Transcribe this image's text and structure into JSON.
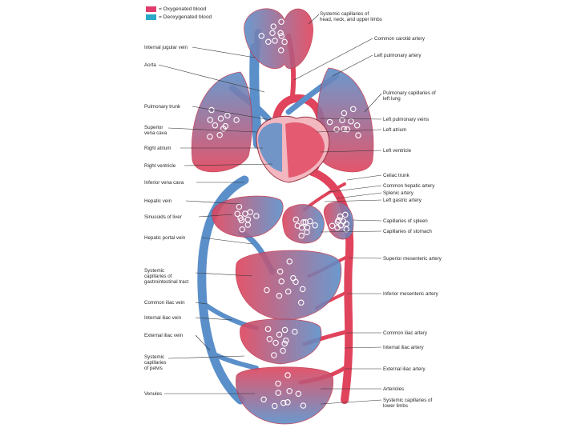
{
  "colors": {
    "oxygenated": "#e0445c",
    "deoxygenated": "#5b8fc9",
    "oxy_fill": "#f3b7c0",
    "deoxy_fill": "#b8d0ea",
    "leader": "#333333",
    "swatch_oxy": "#e23b6b",
    "swatch_deoxy": "#2aa8c8"
  },
  "legend": {
    "oxygenated": "= Oxygenated blood",
    "deoxygenated": "= Deoxygenated blood"
  },
  "labels": {
    "left": [
      {
        "id": "internal-jugular-vein",
        "text": "Internal jugular vein"
      },
      {
        "id": "aorta",
        "text": "Aorta"
      },
      {
        "id": "pulmonary-trunk",
        "text": "Pulmonary trunk"
      },
      {
        "id": "superior-vena-cava",
        "text": "Superior\nvena cava"
      },
      {
        "id": "right-atrium",
        "text": "Right atrium"
      },
      {
        "id": "right-ventricle",
        "text": "Right ventricle"
      },
      {
        "id": "inferior-vena-cava",
        "text": "Inferior vena cava"
      },
      {
        "id": "hepatic-vein",
        "text": "Hepatic vein"
      },
      {
        "id": "sinusoids-of-liver",
        "text": "Sinusoids of liver"
      },
      {
        "id": "hepatic-portal-vein",
        "text": "Hepatic portal vein"
      },
      {
        "id": "systemic-capillaries-gi",
        "text": "Systemic\ncapillaries of\ngastrointestinal tract"
      },
      {
        "id": "common-iliac-vein",
        "text": "Common iliac vein"
      },
      {
        "id": "internal-iliac-vein",
        "text": "Internal iliac vein"
      },
      {
        "id": "external-iliac-vein",
        "text": "External iliac vein"
      },
      {
        "id": "systemic-capillaries-pelvis",
        "text": "Systemic\ncapillaries\nof pelvis"
      },
      {
        "id": "venules",
        "text": "Venules"
      }
    ],
    "right": [
      {
        "id": "systemic-capillaries-head",
        "text": "Systemic capillaries of\nhead, neck, and upper limbs"
      },
      {
        "id": "common-carotid-artery",
        "text": "Common carotid artery"
      },
      {
        "id": "left-pulmonary-artery",
        "text": "Left pulmonary artery"
      },
      {
        "id": "pulmonary-capillaries-left-lung",
        "text": "Pulmonary capillaries of\nleft lung"
      },
      {
        "id": "left-pulmonary-veins",
        "text": "Left pulmonary veins"
      },
      {
        "id": "left-atrium",
        "text": "Left atrium"
      },
      {
        "id": "left-ventricle",
        "text": "Left ventricle"
      },
      {
        "id": "celiac-trunk",
        "text": "Celiac trunk"
      },
      {
        "id": "common-hepatic-artery",
        "text": "Common hepatic artery"
      },
      {
        "id": "splenic-artery",
        "text": "Splenic artery"
      },
      {
        "id": "left-gastric-artery",
        "text": "Left gastric artery"
      },
      {
        "id": "capillaries-of-spleen",
        "text": "Capillaries of spleen"
      },
      {
        "id": "capillaries-of-stomach",
        "text": "Capillaries of stomach"
      },
      {
        "id": "superior-mesenteric-artery",
        "text": "Superior mesenteric artery"
      },
      {
        "id": "inferior-mesenteric-artery",
        "text": "Inferior mesenteric artery"
      },
      {
        "id": "common-iliac-artery",
        "text": "Common iliac artery"
      },
      {
        "id": "internal-iliac-artery",
        "text": "Internal iliac artery"
      },
      {
        "id": "external-iliac-artery",
        "text": "External iliac artery"
      },
      {
        "id": "arterioles",
        "text": "Arterioles"
      },
      {
        "id": "systemic-capillaries-lower-limbs",
        "text": "Systemic capillaries of\nlower limbs"
      }
    ]
  }
}
